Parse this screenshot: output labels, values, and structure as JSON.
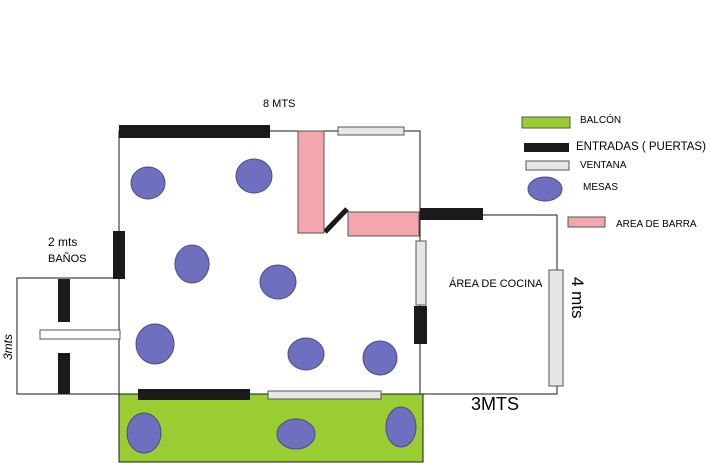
{
  "labels": {
    "top_width": "8 MTS",
    "bath_width": "2 mts",
    "bath_name": "BAÑOS",
    "bath_height": "3mts",
    "kitchen": "ÁREA DE COCINA",
    "kitchen_height": "4 mts",
    "kitchen_width": "3MTS"
  },
  "legend": [
    {
      "key": "balcony",
      "label": "BALCÓN",
      "color": "#9acd32"
    },
    {
      "key": "entrances",
      "label": "ENTRADAS ( PUERTAS)",
      "color": "#1a1a1a"
    },
    {
      "key": "window",
      "label": "VENTANA",
      "color": "#e6e6e6"
    },
    {
      "key": "tables",
      "label": "MESAS",
      "color": "#6f6fbf"
    },
    {
      "key": "bar",
      "label": "AREA DE BARRA",
      "color": "#f4a6ad"
    }
  ],
  "colors": {
    "wall": "#1a1a1a",
    "door": "#1a1a1a",
    "window": "#e6e6e6",
    "table": "#6f6fbf",
    "bar": "#f4a6ad",
    "balcony": "#9acd32"
  }
}
